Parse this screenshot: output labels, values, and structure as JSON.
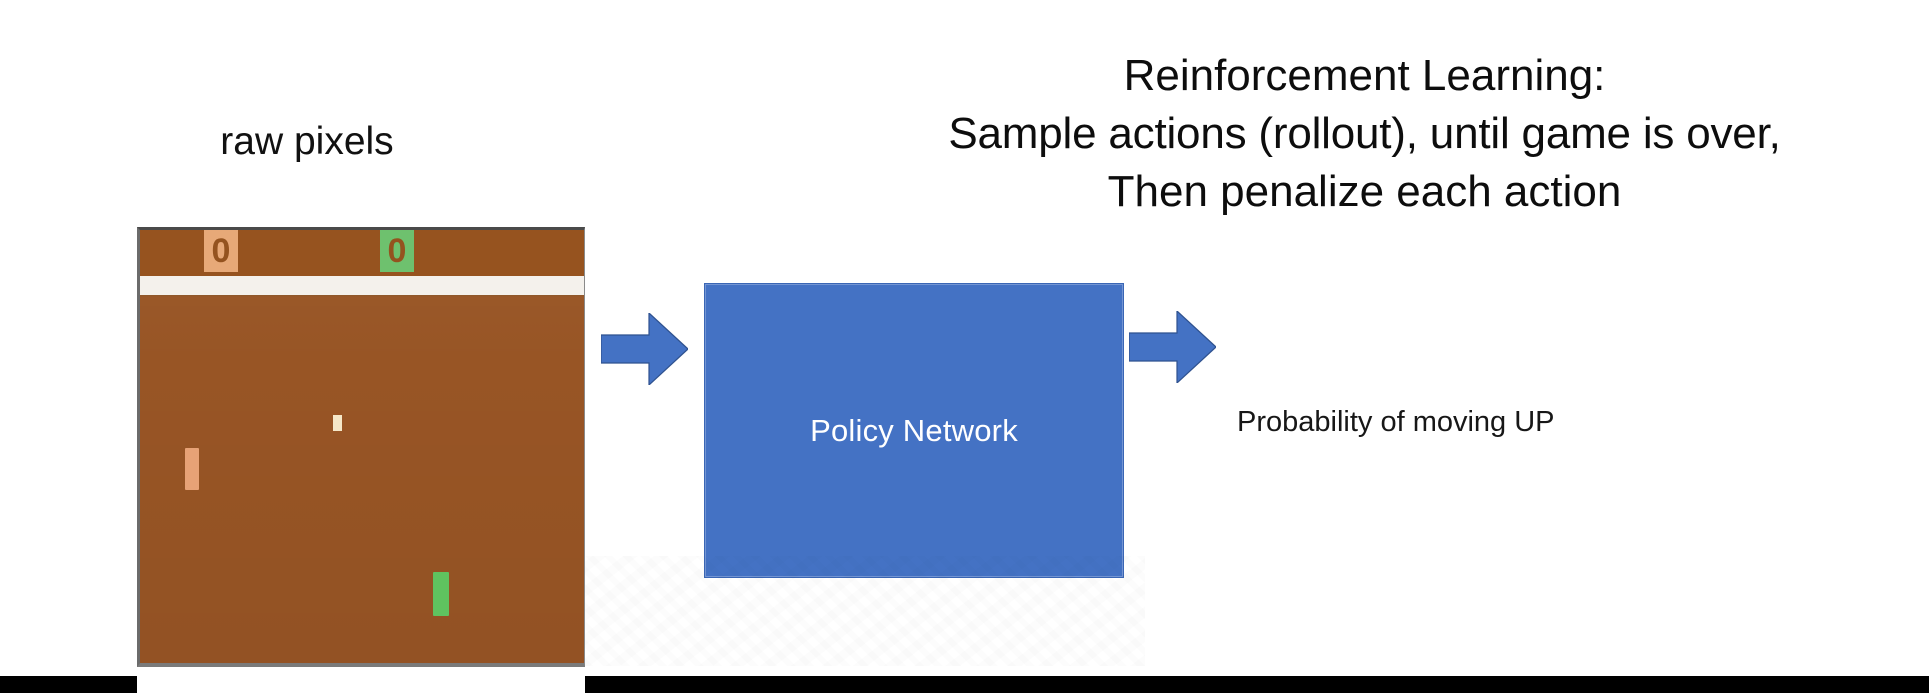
{
  "slide": {
    "background_color": "#ffffff",
    "title": {
      "lines": [
        "Reinforcement Learning:",
        "Sample actions (rollout), until game is over,",
        "Then penalize each action"
      ],
      "color": "#0d0d0d"
    },
    "raw_pixels_label": "raw pixels",
    "game_screen": {
      "name": "pong",
      "background_color": "#985525",
      "divider_color": "#f4f1ec",
      "score_left": "0",
      "score_left_color": "#e7a978",
      "score_right": "0",
      "score_right_color": "#6ec16e",
      "paddle_left_color": "#e7a276",
      "paddle_right_color": "#5fc35f",
      "ball_color": "#f5e7c8"
    },
    "pipeline": {
      "arrow_in": "right-arrow",
      "policy_network_label": "Policy Network",
      "policy_network_color": "#4472c4",
      "arrow_out": "right-arrow",
      "arrow_color": "#4472c4",
      "output_label": "Probability of moving UP"
    },
    "bottom_bar_color": "#000000"
  }
}
